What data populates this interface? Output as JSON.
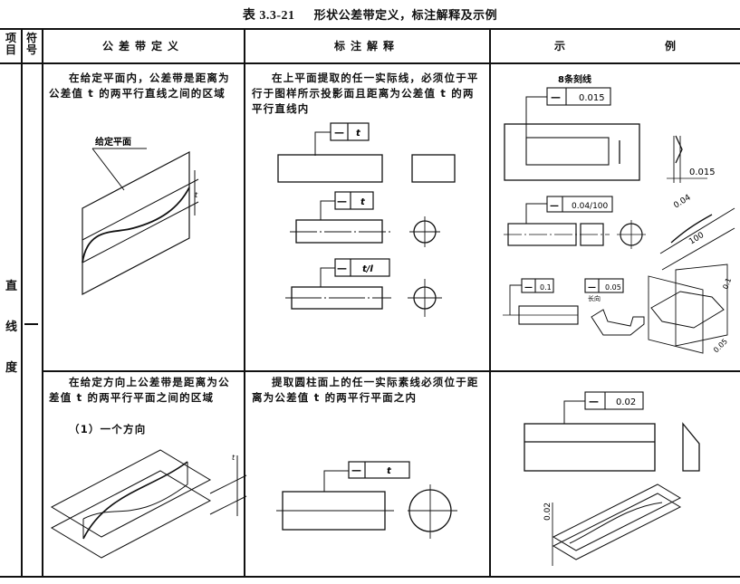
{
  "title": {
    "number": "表 3.3-21",
    "text": "形状公差带定义，标注解释及示例"
  },
  "header": {
    "item": "项目",
    "symbol": "符号",
    "definition": "公差带定义",
    "explanation": "标注解释",
    "example_a": "示",
    "example_b": "例"
  },
  "row": {
    "item_chars": [
      "直",
      "线",
      "度"
    ],
    "symbol": "—"
  },
  "section1": {
    "definition": "在给定平面内，公差带是距离为公差值 t 的两平行直线之间的区域",
    "definition_label": "给定平面",
    "explanation": "在上平面提取的任一实际线，必须位于平行于图样所示投影面且距离为公差值 t 的两平行直线内",
    "frames": [
      {
        "symbol": "—",
        "value": "t"
      },
      {
        "symbol": "—",
        "value": "t"
      },
      {
        "symbol": "—",
        "value": "t/l"
      }
    ],
    "example": {
      "note": "8条刻线",
      "frame1": {
        "symbol": "—",
        "value": "0.015"
      },
      "dim1": "0.015",
      "frame2": {
        "symbol": "—",
        "value": "0.04/100"
      },
      "dim2a": "0.04",
      "dim2b": "100",
      "frame3": {
        "symbol": "—",
        "value": "0.1"
      },
      "frame4": {
        "symbol": "—",
        "value": "0.05"
      },
      "frame4_note": "长向",
      "dim3a": "0.1",
      "dim3b": "0.05"
    }
  },
  "section2": {
    "definition": "在给定方向上公差带是距离为公差值 t 的两平行平面之间的区域",
    "sub_label": "（1）一个方向",
    "explanation": "提取圆柱面上的任一实际素线必须位于距离为公差值 t 的两平行平面之内",
    "frame": {
      "symbol": "—",
      "value": "t"
    },
    "example": {
      "frame": {
        "symbol": "—",
        "value": "0.02"
      },
      "dim": "0.02"
    }
  }
}
